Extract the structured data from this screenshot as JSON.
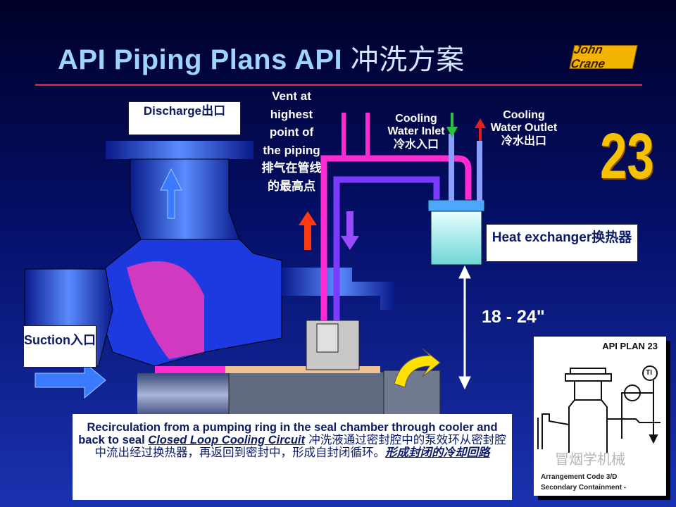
{
  "title": {
    "en": "API Piping Plans API ",
    "cn": "冲洗方案"
  },
  "logo": "John Crane",
  "plan_number": "23",
  "labels": {
    "discharge": "Discharge出口",
    "suction": "Suction入口",
    "vent": "Vent at highest point of the piping排气在管线的最高点",
    "cooling_inlet": "Cooling Water Inlet冷水入口",
    "cooling_outlet": "Cooling Water Outlet冷水出口",
    "heat_exchanger": "Heat exchanger换热器",
    "distance": "18 - 24\""
  },
  "caption": {
    "line1": "Recirculation from a pumping ring in the seal chamber through cooler and back to seal ",
    "highlight": "Closed Loop Cooling Circuit",
    "cn": " 冲洗液通过密封腔中的泵效环从密封腔中流出经过换热器，再返回到密封中，形成自封闭循环。",
    "cn_highlight": "形成封闭的冷却回路"
  },
  "inset": {
    "title": "API PLAN 23",
    "instrument": "TI",
    "footer1": "Arrangement Code 3/D",
    "footer2": "Secondary Containment -",
    "watermark": "冒烟学机械"
  },
  "colors": {
    "title": "#9fd3ff",
    "rule": "#d0203a",
    "pipe": "#ff2ad0",
    "accent": "#f6c200"
  }
}
